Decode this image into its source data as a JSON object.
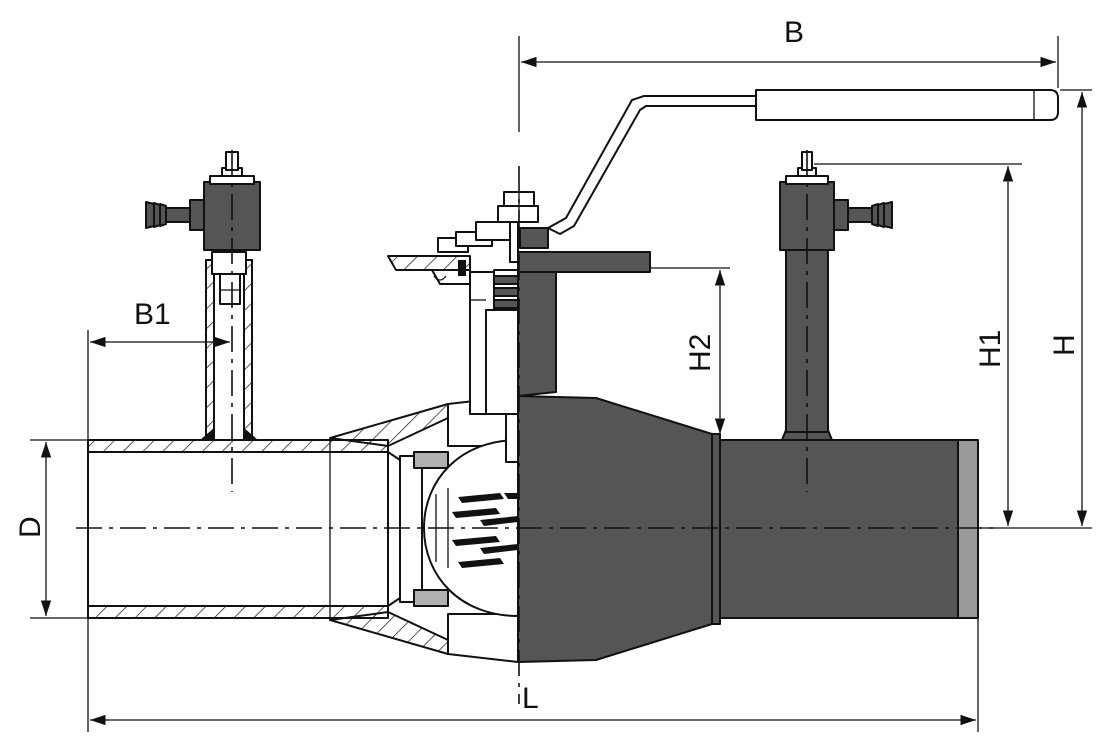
{
  "labels": {
    "B": "B",
    "B1": "B1",
    "H2": "H2",
    "H1": "H1",
    "H": "H",
    "D": "D",
    "L": "L"
  },
  "colors": {
    "line": "#111111",
    "body_fill": "#555555",
    "end_band": "#9a9a9a",
    "section_fill": "#ffffff",
    "seat_fill": "#b0b0b0"
  }
}
